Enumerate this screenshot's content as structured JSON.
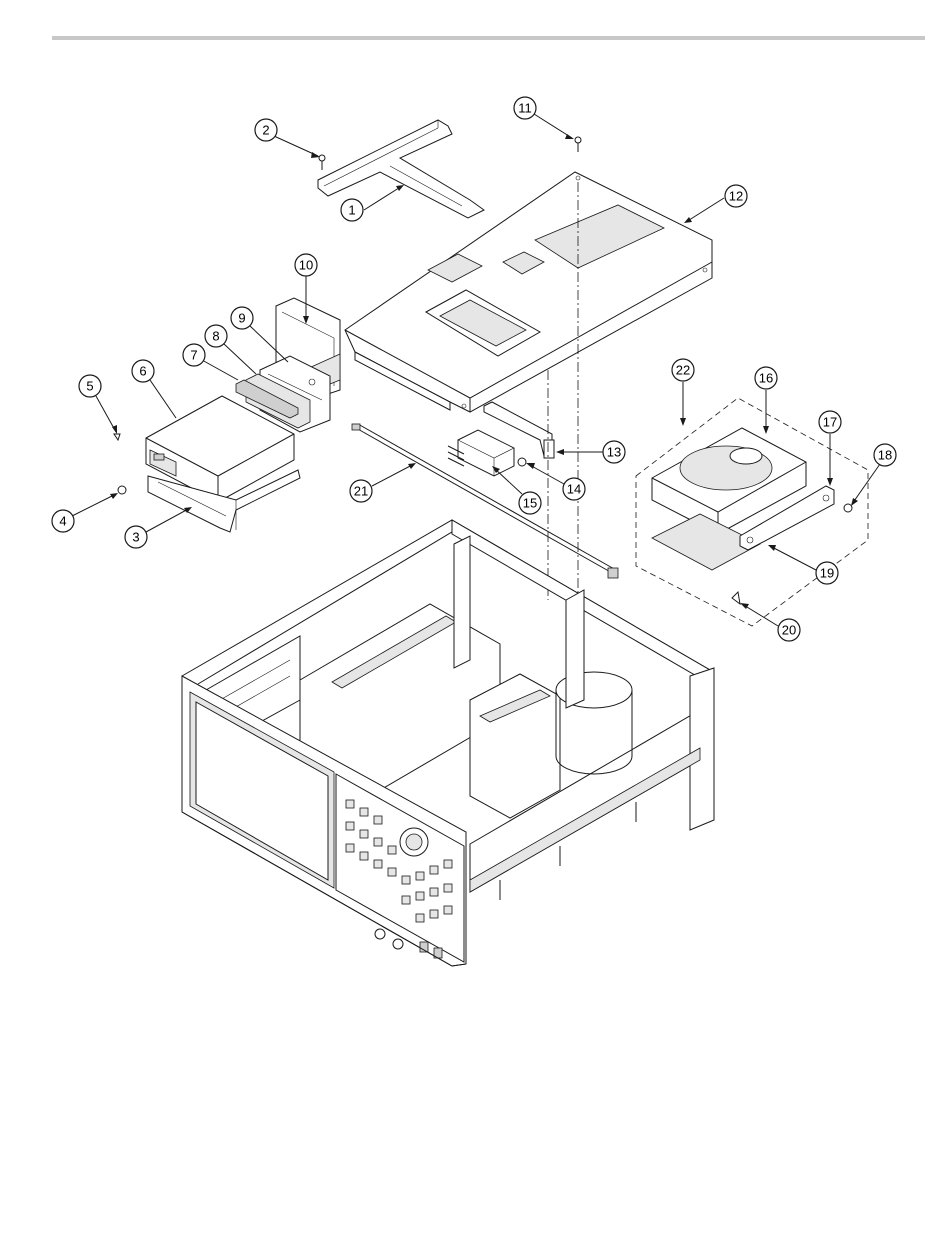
{
  "colors": {
    "rule": "#c8c8c8",
    "ink": "#1a1a1a",
    "background": "#ffffff"
  },
  "callouts": [
    {
      "label": "1"
    },
    {
      "label": "2"
    },
    {
      "label": "3"
    },
    {
      "label": "4"
    },
    {
      "label": "5"
    },
    {
      "label": "6"
    },
    {
      "label": "7"
    },
    {
      "label": "8"
    },
    {
      "label": "9"
    },
    {
      "label": "10"
    },
    {
      "label": "11"
    },
    {
      "label": "12"
    },
    {
      "label": "13"
    },
    {
      "label": "14"
    },
    {
      "label": "15"
    },
    {
      "label": "16"
    },
    {
      "label": "17"
    },
    {
      "label": "18"
    },
    {
      "label": "19"
    },
    {
      "label": "20"
    },
    {
      "label": "21"
    },
    {
      "label": "22"
    }
  ]
}
